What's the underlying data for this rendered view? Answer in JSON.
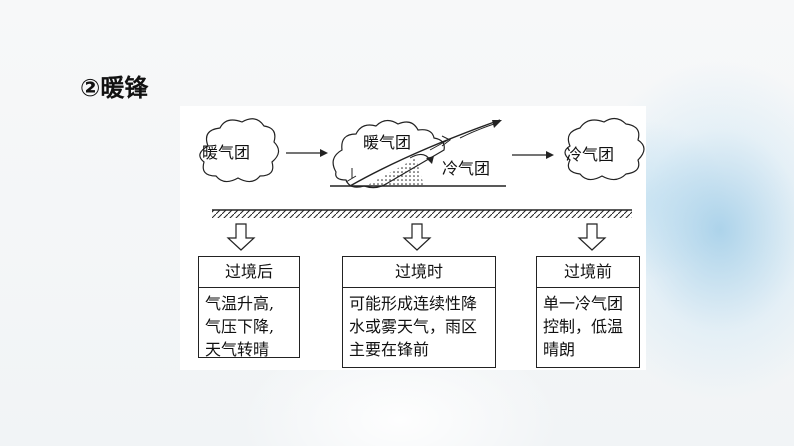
{
  "title": "②暖锋",
  "diagram": {
    "warm_air_mass": "暖气团",
    "front_warm_label": "暖气团",
    "front_cold_label": "冷气团",
    "cold_air_mass": "冷气团"
  },
  "boxes": [
    {
      "header": "过境后",
      "lines": [
        "气温升高,",
        "气压下降,",
        "天气转晴"
      ]
    },
    {
      "header": "过境时",
      "lines": [
        "可能形成连续性降",
        "水或雾天气，雨区",
        "主要在锋前"
      ]
    },
    {
      "header": "过境前",
      "lines": [
        "单一冷气团",
        "控制，低温",
        "晴朗"
      ]
    }
  ]
}
